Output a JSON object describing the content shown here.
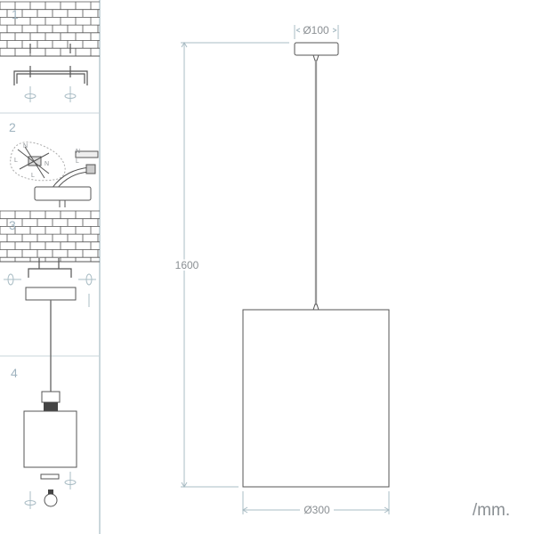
{
  "steps": [
    {
      "number": "1"
    },
    {
      "number": "2",
      "wire_labels": [
        "N",
        "L",
        "N",
        "L",
        "N",
        "L"
      ]
    },
    {
      "number": "3"
    },
    {
      "number": "4"
    }
  ],
  "dimensions": {
    "canopy_diameter": "Ø100",
    "height": "1600",
    "shade_diameter": "Ø300",
    "unit": "/mm."
  },
  "colors": {
    "line": "#555a5e",
    "dimension": "#a9bcc4",
    "divider": "#b9cad1"
  }
}
